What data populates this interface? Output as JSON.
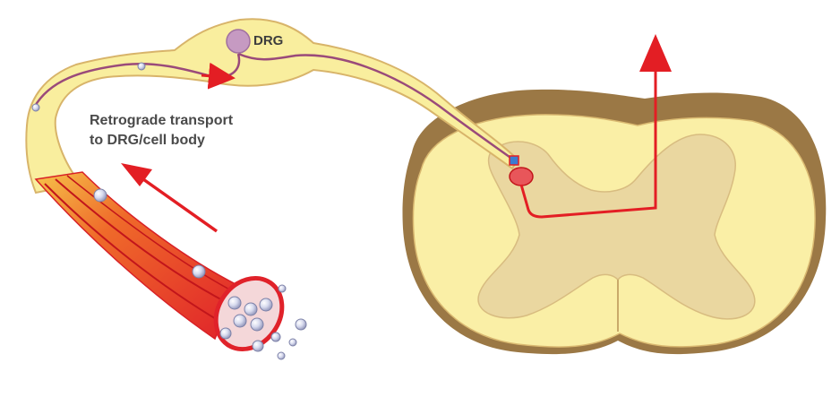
{
  "labels": {
    "drg": "DRG",
    "retrograde_line1": "Retrograde transport",
    "retrograde_line2": "to DRG/cell body"
  },
  "colors": {
    "nerve_fill": "#f9ee9e",
    "nerve_stroke": "#d8b46a",
    "spinal_outer": "#9b7845",
    "spinal_white_matter": "#faefa6",
    "spinal_gray_matter": "#ead7a0",
    "drg_cell": "#c69ac2",
    "axon": "#9a4a7a",
    "red_fiber": "#e2262b",
    "arrow": "#e31e24",
    "vesicle": "#c9cde6"
  }
}
